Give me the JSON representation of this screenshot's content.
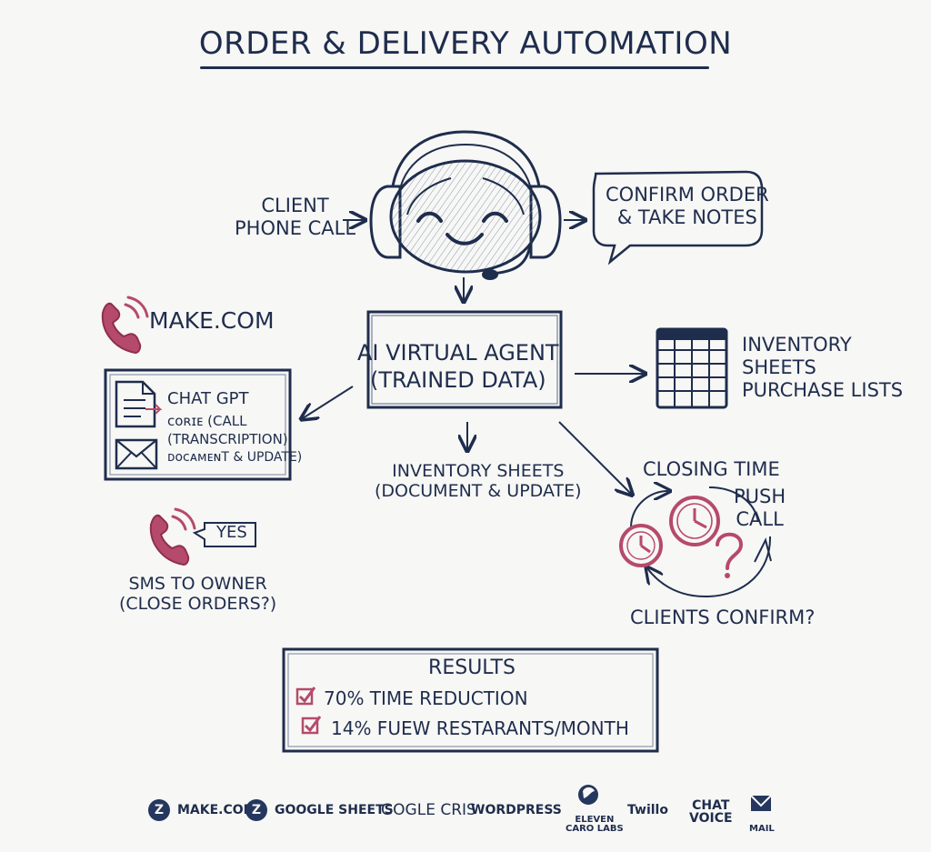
{
  "title": "ORDER & DELIVERY AUTOMATION",
  "flow": {
    "client_call_line1": "CLIENT",
    "client_call_line2": "PHONE CALL",
    "confirm_line1": "CONFIRM ORDER",
    "confirm_line2": "& TAKE NOTES",
    "make_label": "MAKE.COM",
    "agent_line1": "AI VIRTUAL AGENT",
    "agent_line2": "(TRAINED DATA)",
    "inventory_right_line1": "INVENTORY",
    "inventory_right_line2": "SHEETS",
    "inventory_right_line3": "PURCHASE LISTS",
    "chat_title": "CHAT GPT",
    "chat_line1": "ᴄᴏʀɪᴇ  (CALL",
    "chat_line2": "(TRANSCRIPTION)",
    "chat_line3": "ᴅᴏᴄᴀᴍᴇɴT & UPDATE)",
    "inventory_bottom_line1": "INVENTORY SHEETS",
    "inventory_bottom_line2": "(DOCUMENT & UPDATE)",
    "closing_time": "CLOSING TIME",
    "push_line1": "PUSH",
    "push_line2": "CALL",
    "clients_confirm": "CLIENTS CONFIRM?",
    "yes": "YES",
    "sms_line1": "SMS TO OWNER",
    "sms_line2": "(CLOSE ORDERS?)"
  },
  "results": {
    "title": "RESULTS",
    "item1": "70% TIME REDUCTION",
    "item2": "14% FUEW RESTARANTS/MONTH"
  },
  "footer": {
    "make": "MAKE.COM",
    "google_sheets": "GOOGLE SHEETS",
    "google_cris": "GOGLE CRIS",
    "wordpress": "WORDPRESS",
    "eleven_line1": "ELEVEN",
    "eleven_line2": "CARO LABS",
    "twilio": "Twillo",
    "chat_line1": "CHAT",
    "chat_line2": "VOICE",
    "mail": "MAIL"
  },
  "icons": {
    "agent": "headset-robot-icon",
    "phone": "phone-icon",
    "sheet": "spreadsheet-icon",
    "document": "document-icon",
    "mail": "mail-icon",
    "clock": "clock-icon",
    "check": "check-icon"
  },
  "colors": {
    "ink": "#1f2d4d",
    "accent": "#b64a6a",
    "paper": "#f7f7f5"
  }
}
